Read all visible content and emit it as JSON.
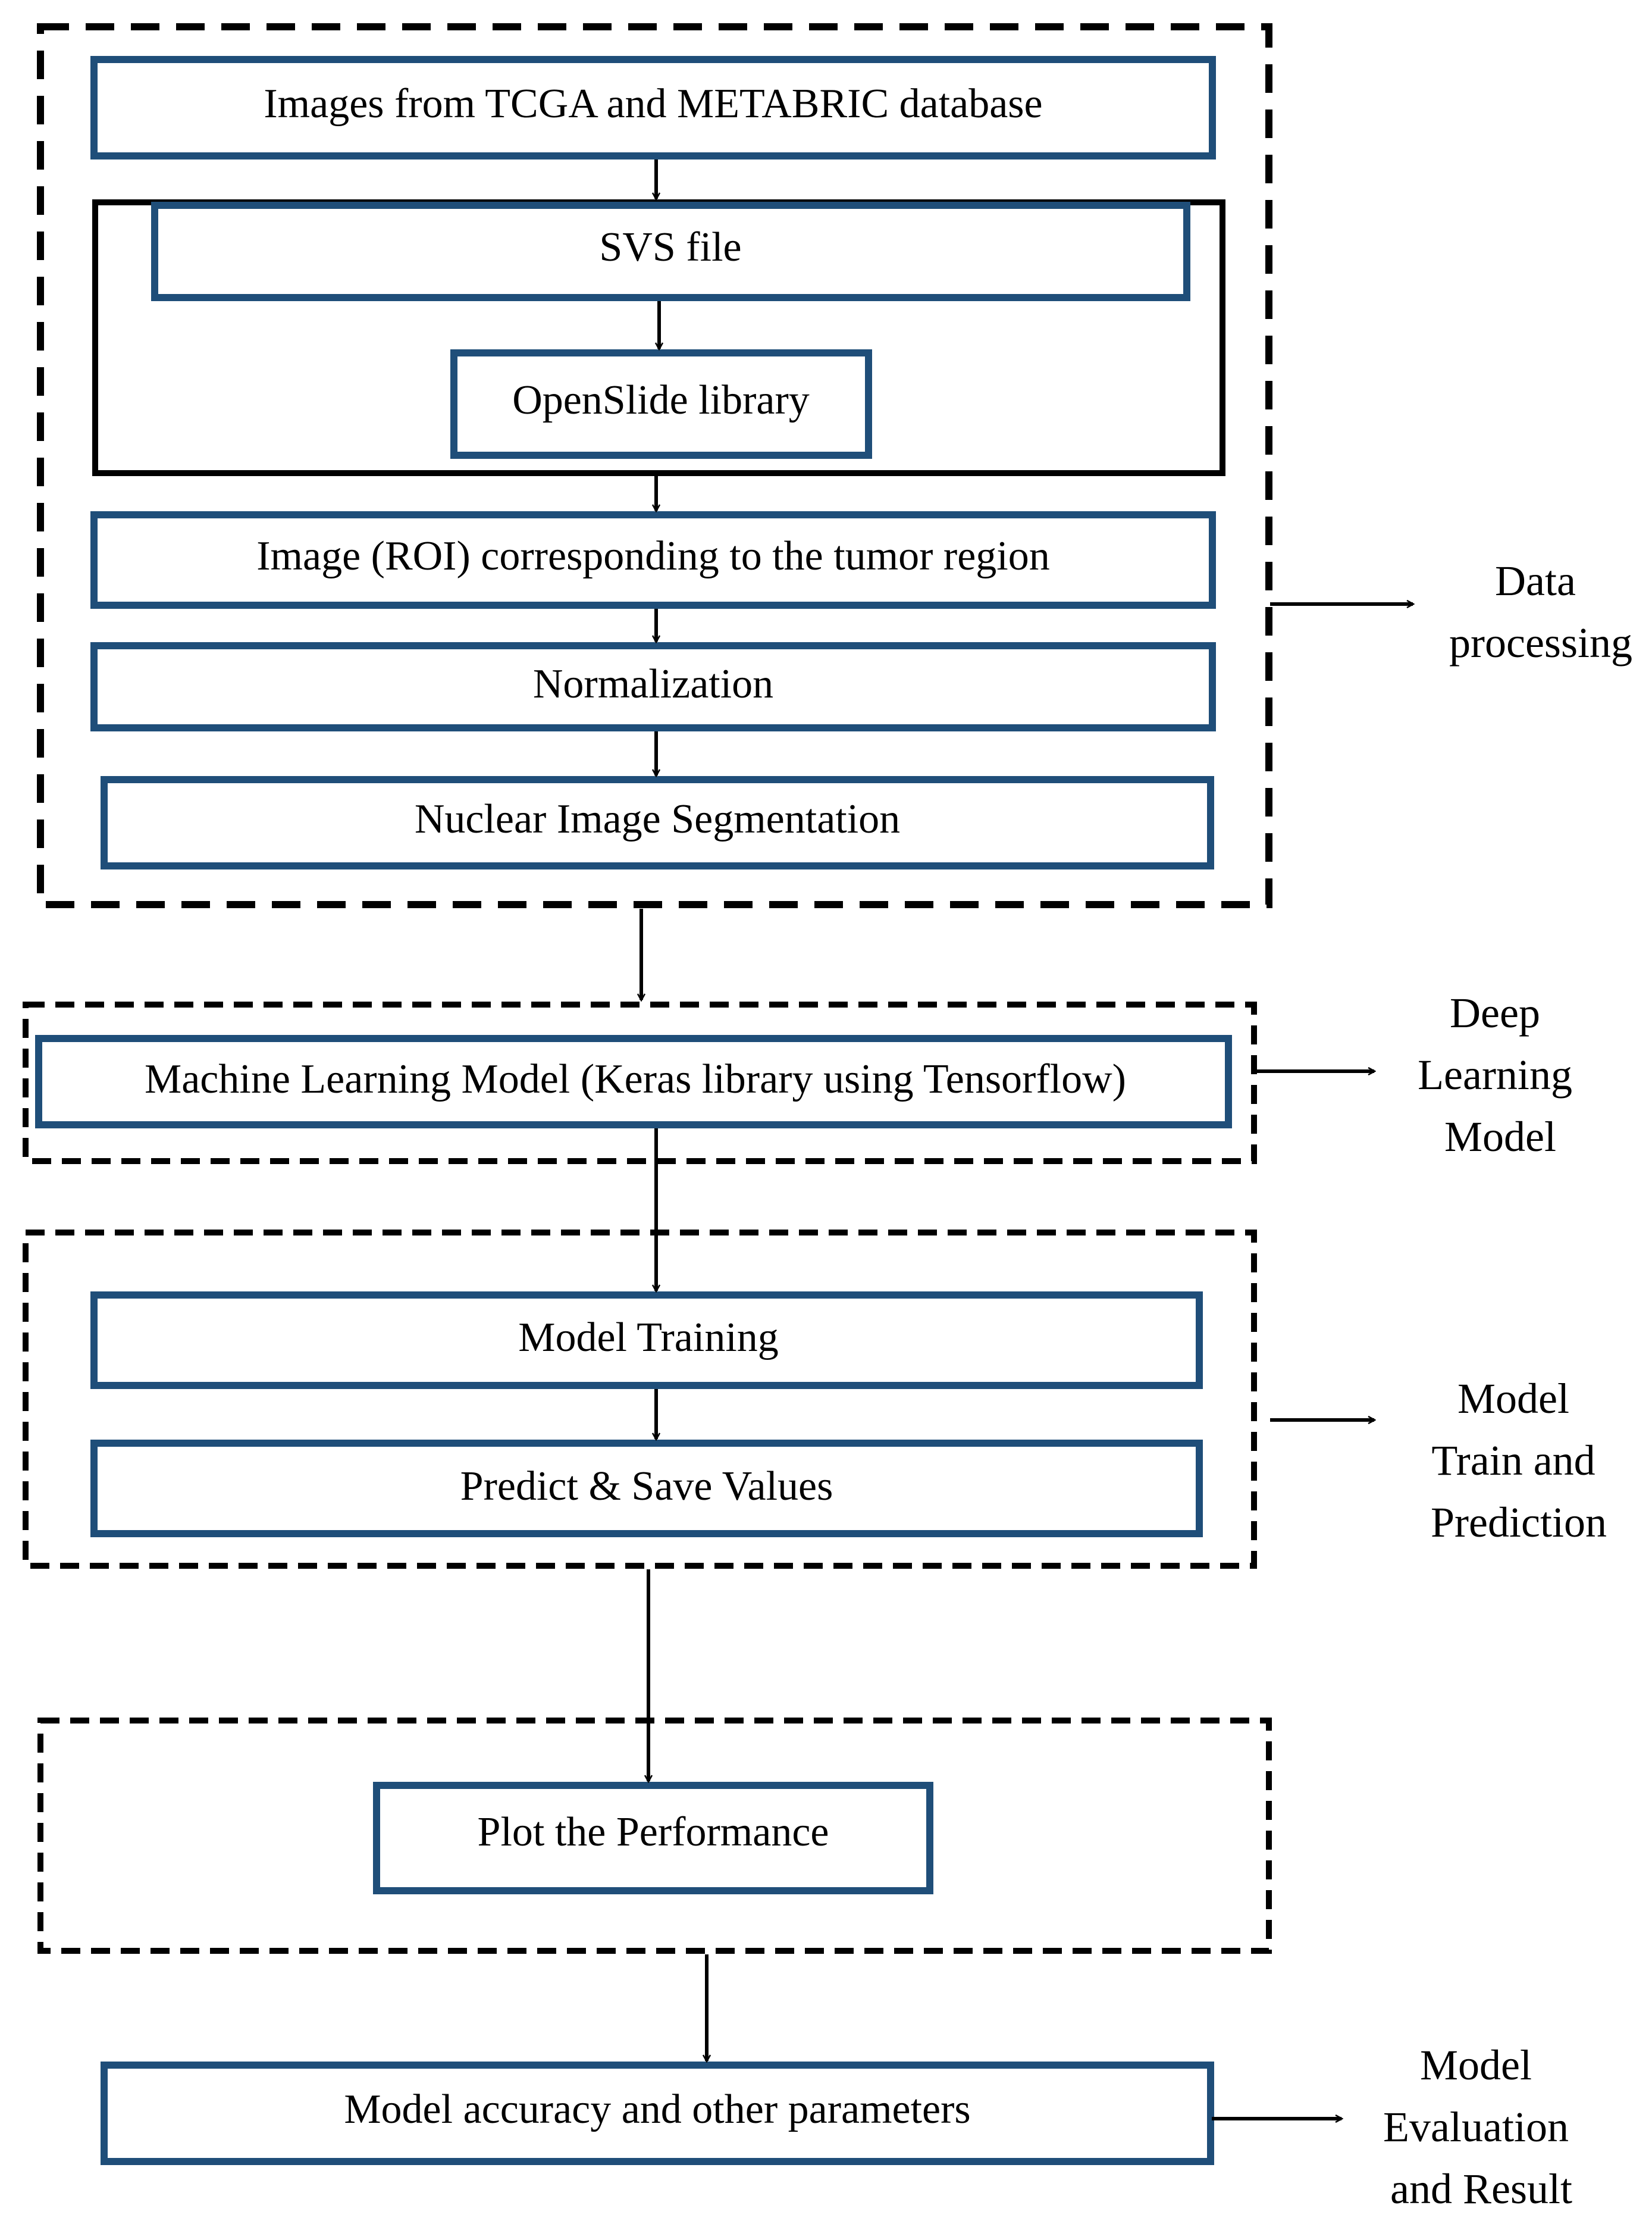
{
  "colors": {
    "box_stroke": "#1f4e79",
    "group_stroke": "#000000",
    "arrow": "#000000",
    "background": "#ffffff"
  },
  "steps": {
    "images_source": "Images from TCGA and METABRIC database",
    "svs_file": "SVS file",
    "openslide": "OpenSlide library",
    "roi": "Image (ROI) corresponding to the tumor region",
    "normalization": "Normalization",
    "segmentation": "Nuclear Image Segmentation",
    "ml_model": "Machine Learning Model (Keras library using Tensorflow)",
    "model_training": "Model Training",
    "predict_save": "Predict & Save Values",
    "plot_performance": "Plot the Performance",
    "accuracy": "Model accuracy and other parameters"
  },
  "stages": {
    "data_processing": [
      "Data",
      "processing"
    ],
    "deep_learning": [
      "Deep",
      "Learning",
      "Model"
    ],
    "train_prediction": [
      "Model",
      "Train and",
      "Prediction"
    ],
    "evaluation": [
      "Model",
      "Evaluation",
      "and Result"
    ]
  }
}
